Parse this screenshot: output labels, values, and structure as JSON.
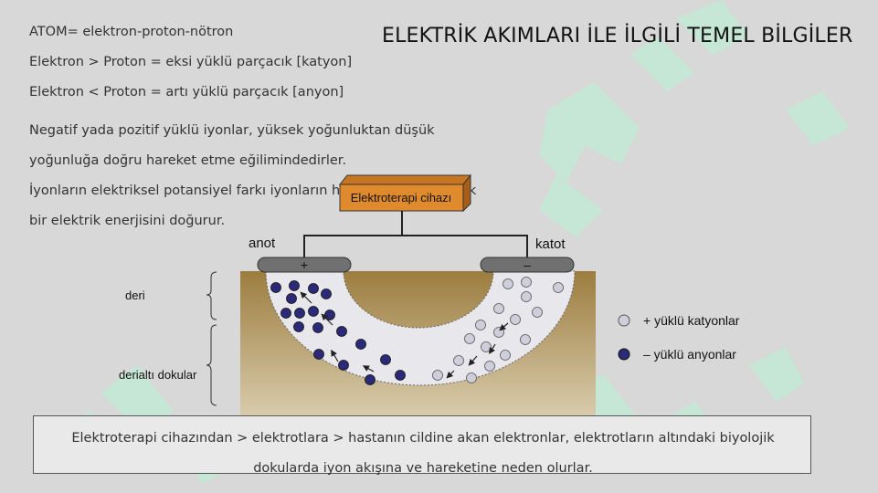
{
  "slide": {
    "title": "ELEKTRİK AKIMLARI İLE İLGİLİ TEMEL BİLGİLER",
    "definitions": [
      "ATOM= elektron-proton-nötron",
      "Elektron > Proton = eksi yüklü parçacık [katyon]",
      "Elektron < Proton = artı yüklü parçacık [anyon]"
    ],
    "paragraph": [
      "Negatif yada pozitif yüklü iyonlar, yüksek yoğunluktan düşük",
      "yoğunluğa doğru hareket etme eğilimindedirler.",
      "İyonların elektriksel potansiyel farkı iyonların hareketini sağlayacak",
      "bir elektrik enerjisini doğurur."
    ],
    "caption": [
      "Elektroterapi cihazından > elektrotlara > hastanın cildine akan elektronlar, elektrotların altındaki biyolojik",
      "dokularda iyon akışına ve hareketine neden olurlar."
    ]
  },
  "diagram": {
    "device_label": "Elektroterapi cihazı",
    "anode_label": "anot",
    "cathode_label": "katot",
    "anode_sign": "+",
    "cathode_sign": "–",
    "skin_label": "deri",
    "subcutaneous_label": "derialtı dokular",
    "legend": {
      "cations": "+ yüklü katyonlar",
      "anions": "– yüklü anyonlar"
    }
  },
  "colors": {
    "device": "#e08a2e",
    "electrode": "#707070",
    "tissue": "#a8894c",
    "anion": "#2b2a78",
    "cation": "#c9c9d8",
    "watermark": "#bfe8d2"
  }
}
